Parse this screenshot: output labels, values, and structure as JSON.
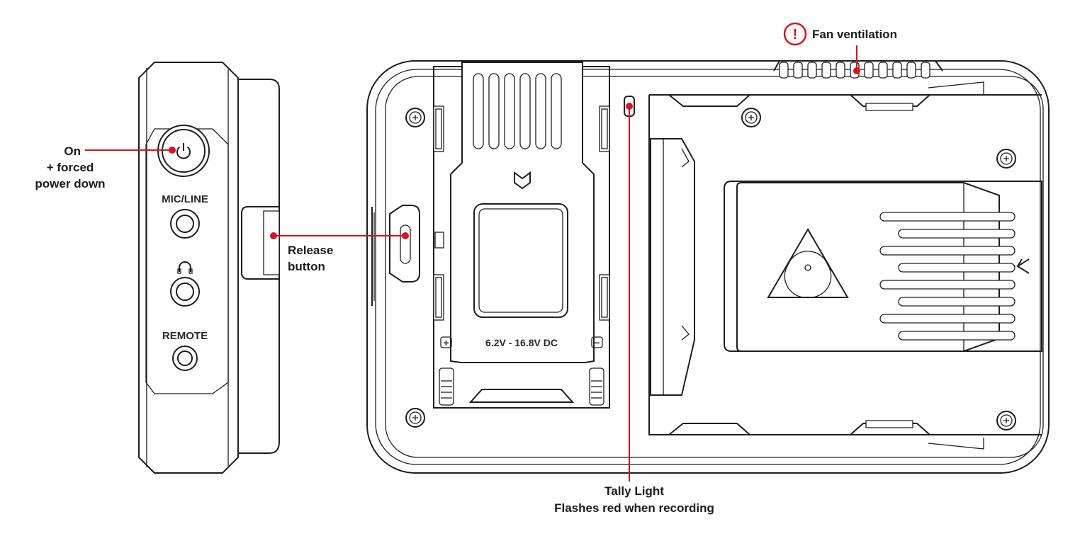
{
  "callouts": {
    "power": {
      "line1": "On",
      "line2": "+ forced",
      "line3": "power down"
    },
    "release": {
      "line1": "Release",
      "line2": "button"
    },
    "fan": {
      "label": "Fan ventilation",
      "warning_symbol": "!"
    },
    "tally": {
      "line1": "Tally Light",
      "line2": "Flashes red when recording"
    }
  },
  "side_panel": {
    "mic_line": "MIC/LINE",
    "remote": "REMOTE",
    "icons": [
      "power-icon",
      "headphones-icon"
    ]
  },
  "battery_plate": {
    "voltage": "6.2V - 16.8V DC",
    "plus": "+",
    "minus": "−"
  },
  "colors": {
    "accent": "#d7141f",
    "outline": "#1e1e1e",
    "background": "#ffffff"
  }
}
